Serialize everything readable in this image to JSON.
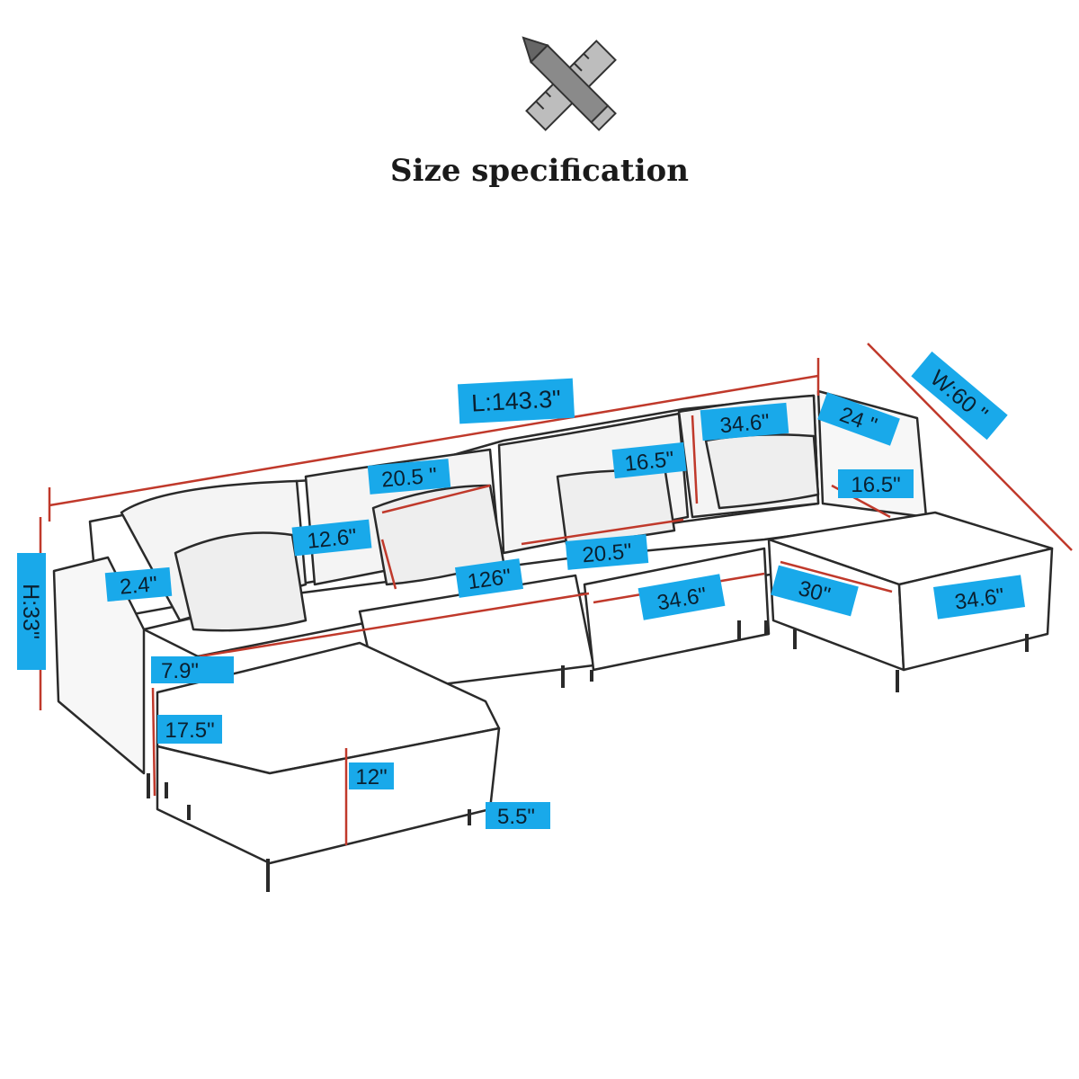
{
  "title": "Size specification",
  "icon": "ruler-pencil-icon",
  "accent_color": "#19a9ea",
  "line_color": "#c0392b",
  "dimensions": {
    "length": "L:143.3\"",
    "width": "W:60 \"",
    "height": "H:33\"",
    "arm_width": "2.4\"",
    "pillow_width": "20.5 \"",
    "pillow_height": "12.6\"",
    "back_height_mid": "16.5\"",
    "back_height_right": "16.5\"",
    "module_width_top": "34.6\"",
    "corner_depth": "24 \"",
    "inner_length": "126\"",
    "seat_depth": "20.5\"",
    "module_width_front": "34.6\"",
    "ottoman_depth": "30\"",
    "ottoman_width": "34.6\"",
    "arm_offset": "7.9\"",
    "seat_height": "17.5\"",
    "ottoman_height": "12\"",
    "leg_height": "5.5\""
  }
}
